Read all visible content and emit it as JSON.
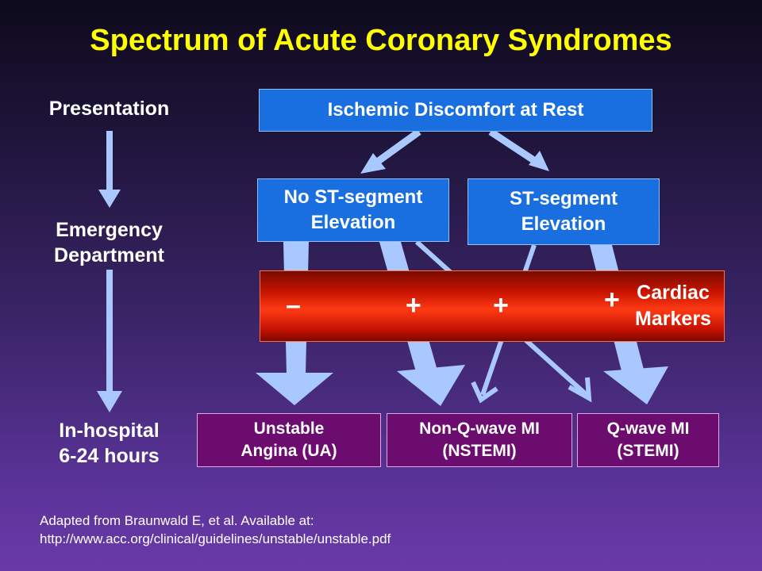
{
  "title": "Spectrum of Acute Coronary Syndromes",
  "stages": {
    "presentation": "Presentation",
    "emergency_line1": "Emergency",
    "emergency_line2": "Department",
    "inhospital_line1": "In-hospital",
    "inhospital_line2": "6-24 hours"
  },
  "boxes": {
    "ischemic": "Ischemic Discomfort at Rest",
    "no_st_line1": "No ST-segment",
    "no_st_line2": "Elevation",
    "st_line1": "ST-segment",
    "st_line2": "Elevation"
  },
  "markers": {
    "sign_negative": "–",
    "sign_positive_1": "+",
    "sign_positive_2": "+",
    "sign_positive_3": "+",
    "label_line1": "Cardiac",
    "label_line2": "Markers"
  },
  "outcomes": {
    "ua_line1": "Unstable",
    "ua_line2": "Angina (UA)",
    "nstemi_line1": "Non-Q-wave MI",
    "nstemi_line2": "(NSTEMI)",
    "stemi_line1": "Q-wave MI",
    "stemi_line2": "(STEMI)"
  },
  "citation": {
    "line1": "Adapted from Braunwald E, et al.  Available at:",
    "line2": "http://www.acc.org/clinical/guidelines/unstable/unstable.pdf"
  },
  "colors": {
    "title": "#ffff00",
    "arrow": "#a8c8ff",
    "blue_box": "#1a6fe0",
    "purple_box": "#6c0c6e",
    "markers_bar": "#e02000"
  }
}
